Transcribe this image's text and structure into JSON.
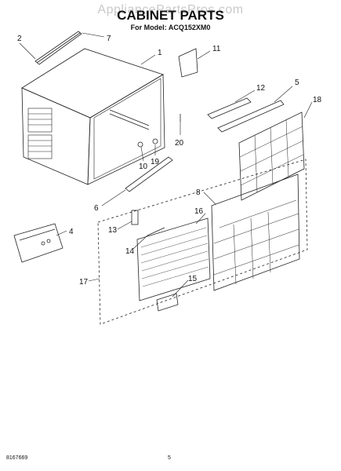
{
  "header": {
    "watermark": "AppliancePartsPros.com",
    "title": "CABINET PARTS",
    "subtitle": "For Model: ACQ152XM0"
  },
  "callouts": [
    "1",
    "2",
    "4",
    "5",
    "6",
    "7",
    "8",
    "10",
    "11",
    "12",
    "13",
    "14",
    "15",
    "16",
    "17",
    "18",
    "19",
    "20"
  ],
  "footer": {
    "doc_number": "8167669",
    "page": "5"
  }
}
